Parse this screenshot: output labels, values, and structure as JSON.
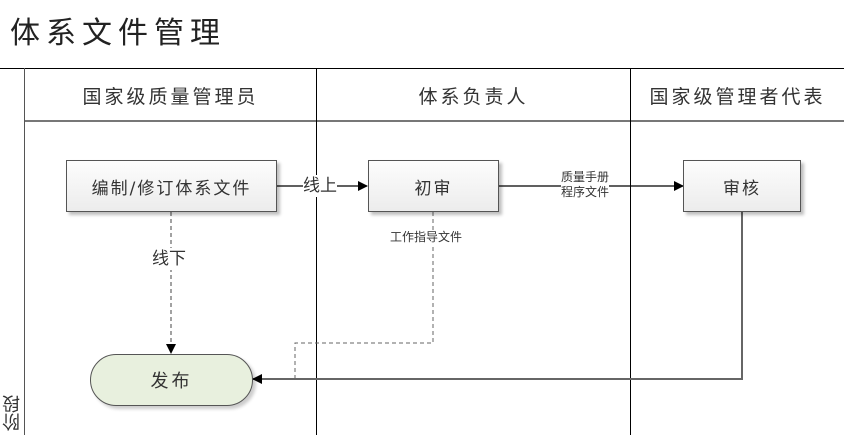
{
  "page": {
    "title": "体系文件管理"
  },
  "lanes": [
    {
      "label": "国家级质量管理员"
    },
    {
      "label": "体系负责人"
    },
    {
      "label": "国家级管理者代表"
    }
  ],
  "phase": {
    "label": "阶段"
  },
  "nodes": {
    "draft": {
      "label": "编制/修订体系文件"
    },
    "initial_review": {
      "label": "初审"
    },
    "audit": {
      "label": "审核"
    },
    "publish": {
      "label": "发布"
    }
  },
  "edges": {
    "online": {
      "label": "线上"
    },
    "offline": {
      "label": "线下"
    },
    "manual_docs": {
      "line1": "质量手册",
      "line2": "程序文件"
    },
    "work_docs": {
      "label": "工作指导文件"
    }
  },
  "colors": {
    "terminal_fill": "#e8f0de",
    "box_border": "#555555",
    "lane_line": "#000000"
  }
}
